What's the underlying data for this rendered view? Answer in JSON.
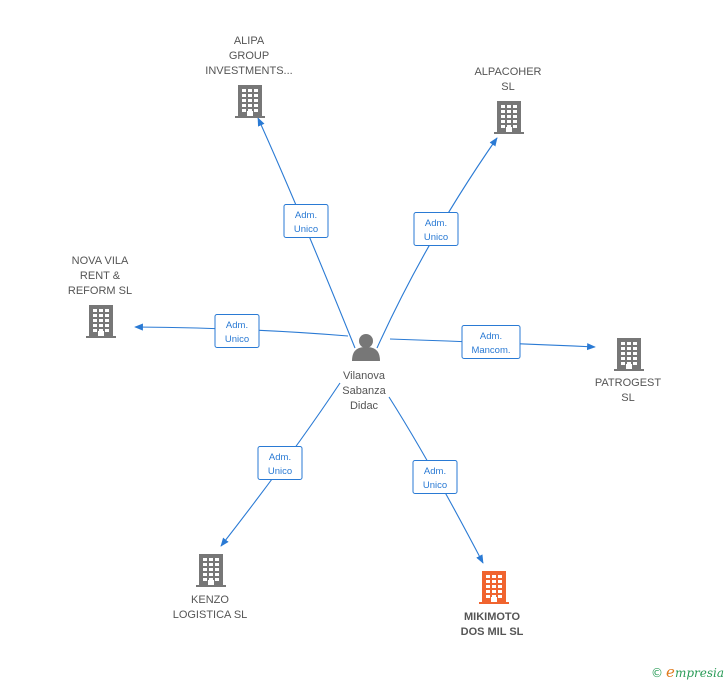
{
  "person": {
    "lines": [
      "Vilanova",
      "Sabanza",
      "Didac"
    ],
    "icon": "person-icon"
  },
  "companies": [
    {
      "id": "alipa",
      "lines": [
        "ALIPA",
        "GROUP",
        "INVESTMENTS..."
      ],
      "highlight": false,
      "relation": [
        "Adm.",
        "Unico"
      ]
    },
    {
      "id": "alpacoher",
      "lines": [
        "ALPACOHER",
        "SL"
      ],
      "highlight": false,
      "relation": [
        "Adm.",
        "Unico"
      ]
    },
    {
      "id": "nova-vila",
      "lines": [
        "NOVA VILA",
        "RENT &",
        "REFORM  SL"
      ],
      "highlight": false,
      "relation": [
        "Adm.",
        "Unico"
      ]
    },
    {
      "id": "patrogest",
      "lines": [
        "PATROGEST",
        "SL"
      ],
      "highlight": false,
      "relation": [
        "Adm.",
        "Mancom."
      ]
    },
    {
      "id": "kenzo",
      "lines": [
        "KENZO",
        "LOGISTICA  SL"
      ],
      "highlight": false,
      "relation": [
        "Adm.",
        "Unico"
      ]
    },
    {
      "id": "mikimoto",
      "lines": [
        "MIKIMOTO",
        "DOS MIL  SL"
      ],
      "highlight": true,
      "relation": [
        "Adm.",
        "Unico"
      ]
    }
  ],
  "colors": {
    "edge": "#2a7ad4",
    "building": "#777777",
    "highlight": "#f0642f"
  },
  "brand": {
    "copyright": "©",
    "initial": "e",
    "rest": "mpresia"
  }
}
